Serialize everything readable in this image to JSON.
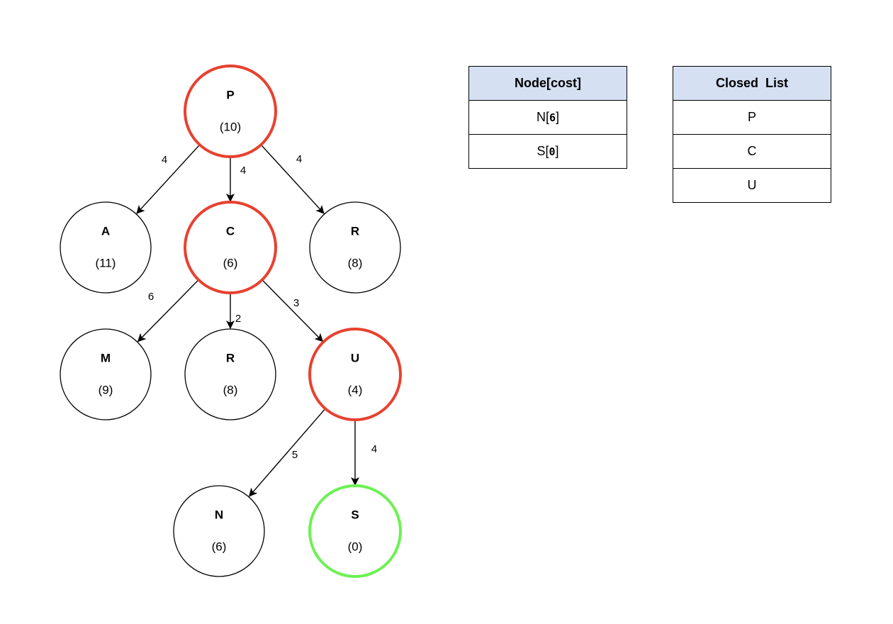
{
  "diagram": {
    "nodes": [
      {
        "id": "P",
        "name": "P",
        "cost": "(10)",
        "state": "closed"
      },
      {
        "id": "A",
        "name": "A",
        "cost": "(11)",
        "state": "open"
      },
      {
        "id": "C",
        "name": "C",
        "cost": "(6)",
        "state": "closed"
      },
      {
        "id": "R1",
        "name": "R",
        "cost": "(8)",
        "state": "open"
      },
      {
        "id": "M",
        "name": "M",
        "cost": "(9)",
        "state": "open"
      },
      {
        "id": "R2",
        "name": "R",
        "cost": "(8)",
        "state": "open"
      },
      {
        "id": "U",
        "name": "U",
        "cost": "(4)",
        "state": "closed"
      },
      {
        "id": "N",
        "name": "N",
        "cost": "(6)",
        "state": "open"
      },
      {
        "id": "S",
        "name": "S",
        "cost": "(0)",
        "state": "goal"
      }
    ],
    "edges": [
      {
        "from": "P",
        "to": "A",
        "weight": "4"
      },
      {
        "from": "P",
        "to": "C",
        "weight": "4"
      },
      {
        "from": "P",
        "to": "R1",
        "weight": "4"
      },
      {
        "from": "C",
        "to": "M",
        "weight": "6"
      },
      {
        "from": "C",
        "to": "R2",
        "weight": "2"
      },
      {
        "from": "C",
        "to": "U",
        "weight": "3"
      },
      {
        "from": "U",
        "to": "N",
        "weight": "5"
      },
      {
        "from": "U",
        "to": "S",
        "weight": "4"
      }
    ],
    "colors": {
      "closed": "#e8412f",
      "goal": "#6cf153",
      "open": "#000000",
      "edge": "#000000"
    }
  },
  "open_table": {
    "header": "Node[cost]",
    "rows": [
      {
        "name": "N",
        "cost": "6"
      },
      {
        "name": "S",
        "cost": "0"
      }
    ]
  },
  "closed_table": {
    "header": "Closed  List",
    "rows": [
      "P",
      "C",
      "U"
    ]
  }
}
